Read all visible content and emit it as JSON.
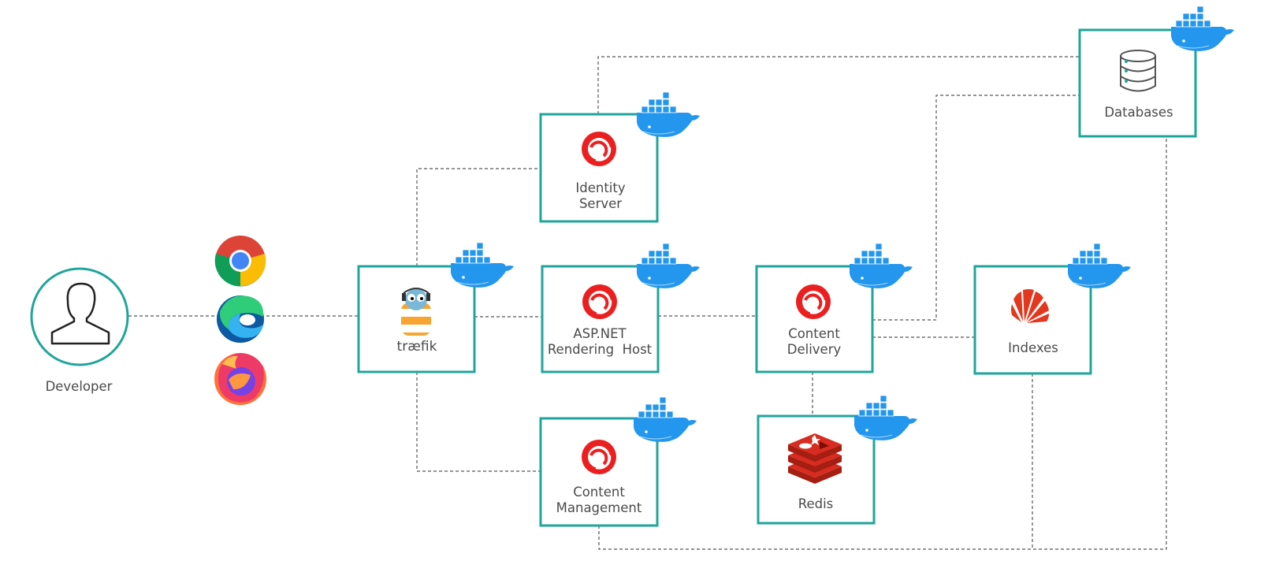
{
  "developer": {
    "label": "Developer"
  },
  "browsers": [
    {
      "icon": "chrome-icon"
    },
    {
      "icon": "edge-icon"
    },
    {
      "icon": "firefox-icon"
    }
  ],
  "proxy": {
    "logo_text": "træfik",
    "icon": "traefik-gopher-icon"
  },
  "services": {
    "identity_server": {
      "line1": "Identity",
      "line2": "Server"
    },
    "rendering_host": {
      "line1": "ASP.NET",
      "line2": "Rendering  Host"
    },
    "content_management": {
      "line1": "Content",
      "line2": "Management"
    },
    "content_delivery": {
      "line1": "Content",
      "line2": "Delivery"
    },
    "redis": {
      "label": "Redis"
    },
    "indexes": {
      "label": "Indexes"
    },
    "databases": {
      "label": "Databases"
    }
  },
  "colors": {
    "box_border": "#1fa59b",
    "docker_blue": "#2396ed",
    "sitecore_red": "#eb1f1f",
    "redis_red": "#d82c20",
    "connector": "#555555"
  }
}
